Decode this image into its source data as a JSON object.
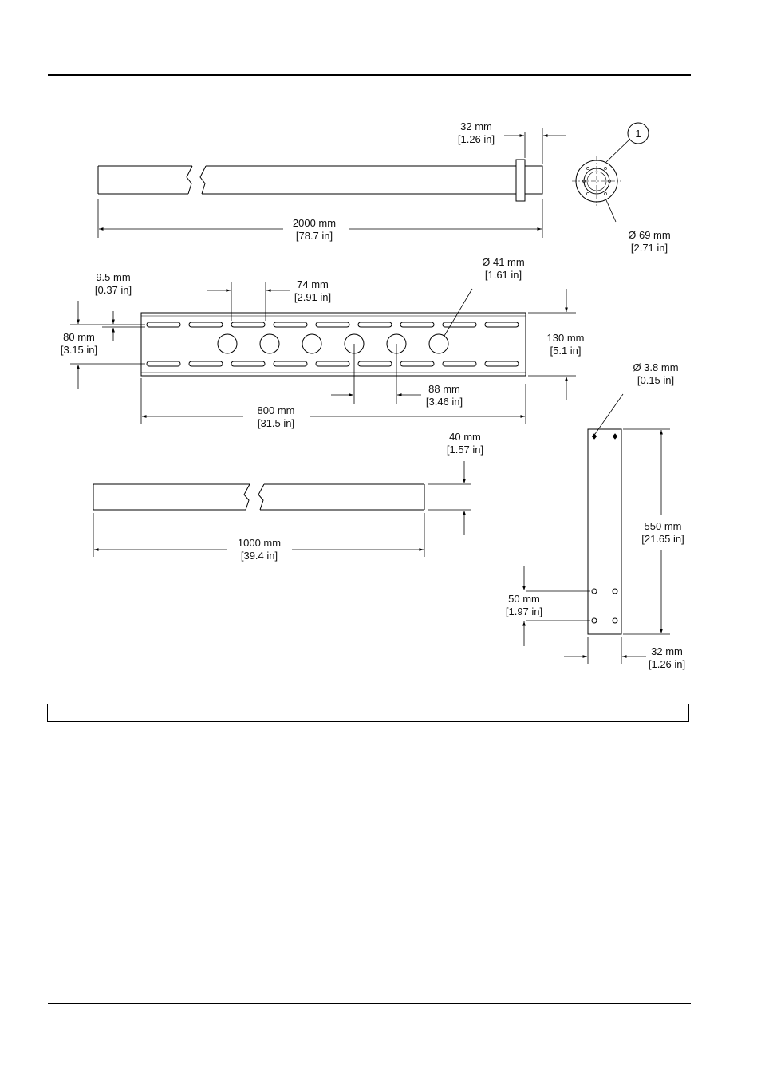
{
  "callout": {
    "number": "1"
  },
  "dimensions": {
    "pipe_flange": {
      "mm": "32 mm",
      "in": "[1.26 in]"
    },
    "pipe_length": {
      "mm": "2000 mm",
      "in": "[78.7 in]"
    },
    "flange_diameter": {
      "mm": "Ø 69 mm",
      "in": "[2.71 in]"
    },
    "slot_width": {
      "mm": "9.5 mm",
      "in": "[0.37 in]"
    },
    "slot_pitch": {
      "mm": "74 mm",
      "in": "[2.91 in]"
    },
    "hole_diameter": {
      "mm": "Ø 41 mm",
      "in": "[1.61 in]"
    },
    "slot_row_spacing": {
      "mm": "80 mm",
      "in": "[3.15 in]"
    },
    "plate_height": {
      "mm": "130 mm",
      "in": "[5.1 in]"
    },
    "hole_pitch": {
      "mm": "88 mm",
      "in": "[3.46 in]"
    },
    "plate_length": {
      "mm": "800 mm",
      "in": "[31.5 in]"
    },
    "small_hole_diameter": {
      "mm": "Ø 3.8 mm",
      "in": "[0.15 in]"
    },
    "bar_height": {
      "mm": "40 mm",
      "in": "[1.57 in]"
    },
    "bar_length": {
      "mm": "1000 mm",
      "in": "[39.4 in]"
    },
    "strip_length": {
      "mm": "550 mm",
      "in": "[21.65 in]"
    },
    "strip_hole_spacing": {
      "mm": "50 mm",
      "in": "[1.97 in]"
    },
    "strip_width": {
      "mm": "32 mm",
      "in": "[1.26 in]"
    }
  }
}
